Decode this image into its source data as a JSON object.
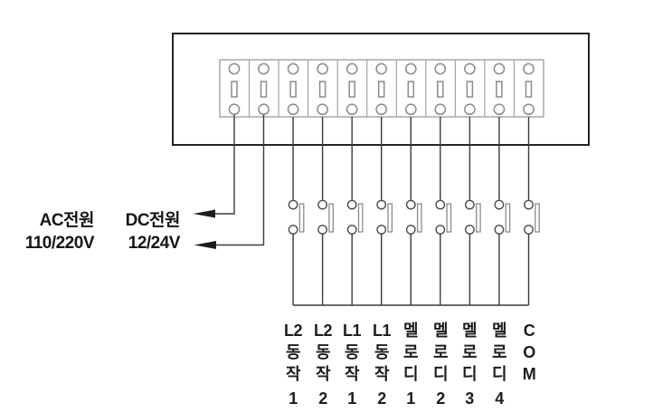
{
  "power_inputs": [
    {
      "label": "AC전원",
      "voltage": "110/220V"
    },
    {
      "label": "DC전원",
      "voltage": "12/24V"
    }
  ],
  "terminal_block": {
    "terminal_count": 11
  },
  "switch_count": 9,
  "connection_labels": [
    {
      "lines": [
        "L2",
        "동",
        "작",
        "1"
      ]
    },
    {
      "lines": [
        "L2",
        "동",
        "작",
        "2"
      ]
    },
    {
      "lines": [
        "L1",
        "동",
        "작",
        "1"
      ]
    },
    {
      "lines": [
        "L1",
        "동",
        "작",
        "2"
      ]
    },
    {
      "lines": [
        "멜",
        "로",
        "디",
        "1"
      ]
    },
    {
      "lines": [
        "멜",
        "로",
        "디",
        "2"
      ]
    },
    {
      "lines": [
        "멜",
        "로",
        "디",
        "3"
      ]
    },
    {
      "lines": [
        "멜",
        "로",
        "디",
        "4"
      ]
    },
    {
      "lines": [
        "C",
        "O",
        "M"
      ]
    }
  ],
  "colors": {
    "background": "#ffffff",
    "dark_line": "#242424",
    "wire": "#3a3a3a",
    "light_line": "#a3a3a3",
    "text": "#1d1d1d"
  }
}
